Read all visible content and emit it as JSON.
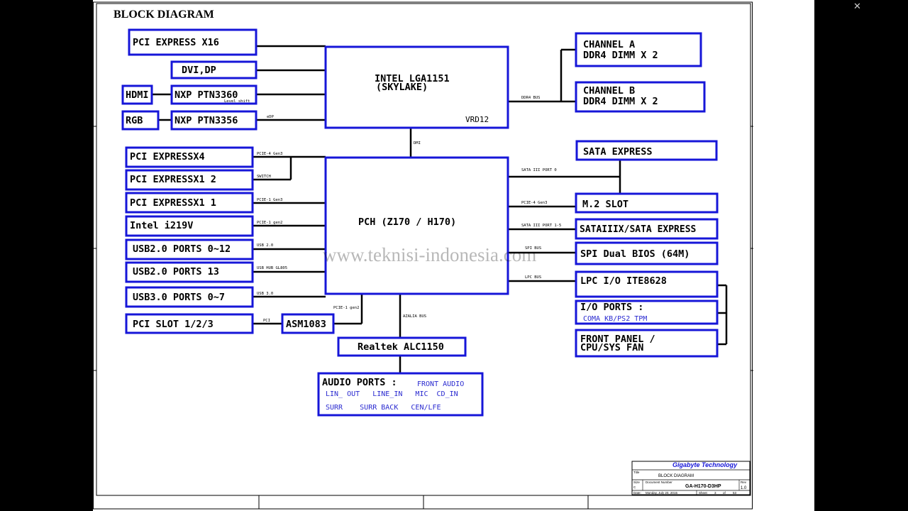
{
  "title": "BLOCK DIAGRAM",
  "watermark": "www.teknisi-indonesia.com",
  "close_glyph": "✕",
  "blocks": {
    "pcie_x16": "PCI EXPRESS X16",
    "dvi_dp": "DVI,DP",
    "hdmi": "HDMI",
    "ptn3360": "NXP PTN3360",
    "level_shift": "Level shift",
    "rgb": "RGB",
    "ptn3356": "NXP PTN3356",
    "cpu_line1": "INTEL LGA1151",
    "cpu_line2": "(SKYLAKE)",
    "vrd": "VRD12",
    "chan_a_1": "CHANNEL A",
    "chan_a_2": "DDR4  DIMM X 2",
    "chan_b_1": "CHANNEL B",
    "chan_b_2": "DDR4 DIMM X 2",
    "pcie_x4": "PCI EXPRESSX4",
    "pcie_x1_2": "PCI EXPRESSX1 2",
    "pcie_x1_1": "PCI EXPRESSX1 1",
    "i219v": "Intel i219V",
    "usb20_012": "USB2.0 PORTS 0~12",
    "usb20_13": "USB2.0 PORTS 13",
    "usb30": "USB3.0 PORTS 0~7",
    "pci_slot": "PCI SLOT 1/2/3",
    "asm1083": "ASM1083",
    "pch": "PCH (Z170 / H170)",
    "realtek": "Realtek ALC1150",
    "sata_express": "SATA EXPRESS",
    "m2": "M.2 SLOT",
    "sataiiix": "SATAIIIX/SATA EXPRESS",
    "spi_bios": "SPI Dual BIOS (64M)",
    "lpc_io": "LPC I/O ITE8628",
    "io_ports": "I/O PORTS :",
    "io_ports_sub": "COMA  KB/PS2 TPM",
    "front_panel_1": "FRONT PANEL /",
    "front_panel_2": "CPU/SYS FAN",
    "audio_ports": "AUDIO PORTS :",
    "front_audio": "FRONT AUDIO",
    "audio_row1": "LIN_ OUT   LINE_IN   MIC  CD_IN",
    "audio_row2": "SURR    SURR BACK   CEN/LFE"
  },
  "bus_labels": {
    "ddr4_bus": "DDR4 BUS",
    "dmi": "DMI",
    "edp": "eDP",
    "pcie4_gen3_left": "PCIE-4 Gen3",
    "switch": "SWITCH",
    "pcie1_gen3": "PCIE-1 Gen3",
    "pcie1_gen2": "PCIE-1 gen2",
    "usb20": "USB 2.0",
    "usb_hub": "USB HUB GL805",
    "usb30": "USB 3.0",
    "pci": "PCI",
    "pcie1_gen2_asm": "PCIE-1 gen2",
    "azalia": "AZALIA BUS",
    "sata3_port0": "SATA III PORT 0",
    "pcie4_gen3_right": "PCIE-4 Gen3",
    "sata3_port15": "SATA III PORT 1-5",
    "spi_bus": "SPI BUS",
    "lpc_bus": "LPC BUS"
  },
  "title_block": {
    "company": "Gigabyte Technology",
    "title_label": "Title",
    "title_value": "BLOCK DIAGRAM",
    "size_label": "Size",
    "size_value": "C",
    "doc_label": "Document Number",
    "doc_value": "GA-H170-D3HP",
    "rev_label": "Rev",
    "rev_value": "1.0",
    "date_label": "Date:",
    "date_value": "Monday, July 20, 2015",
    "sheet_label": "Sheet",
    "sheet_value": "3",
    "of_label": "of",
    "total_value": "53"
  },
  "colors": {
    "box_stroke": "#1616d8",
    "wire": "#000000",
    "sub_text": "#2a2ad0"
  }
}
